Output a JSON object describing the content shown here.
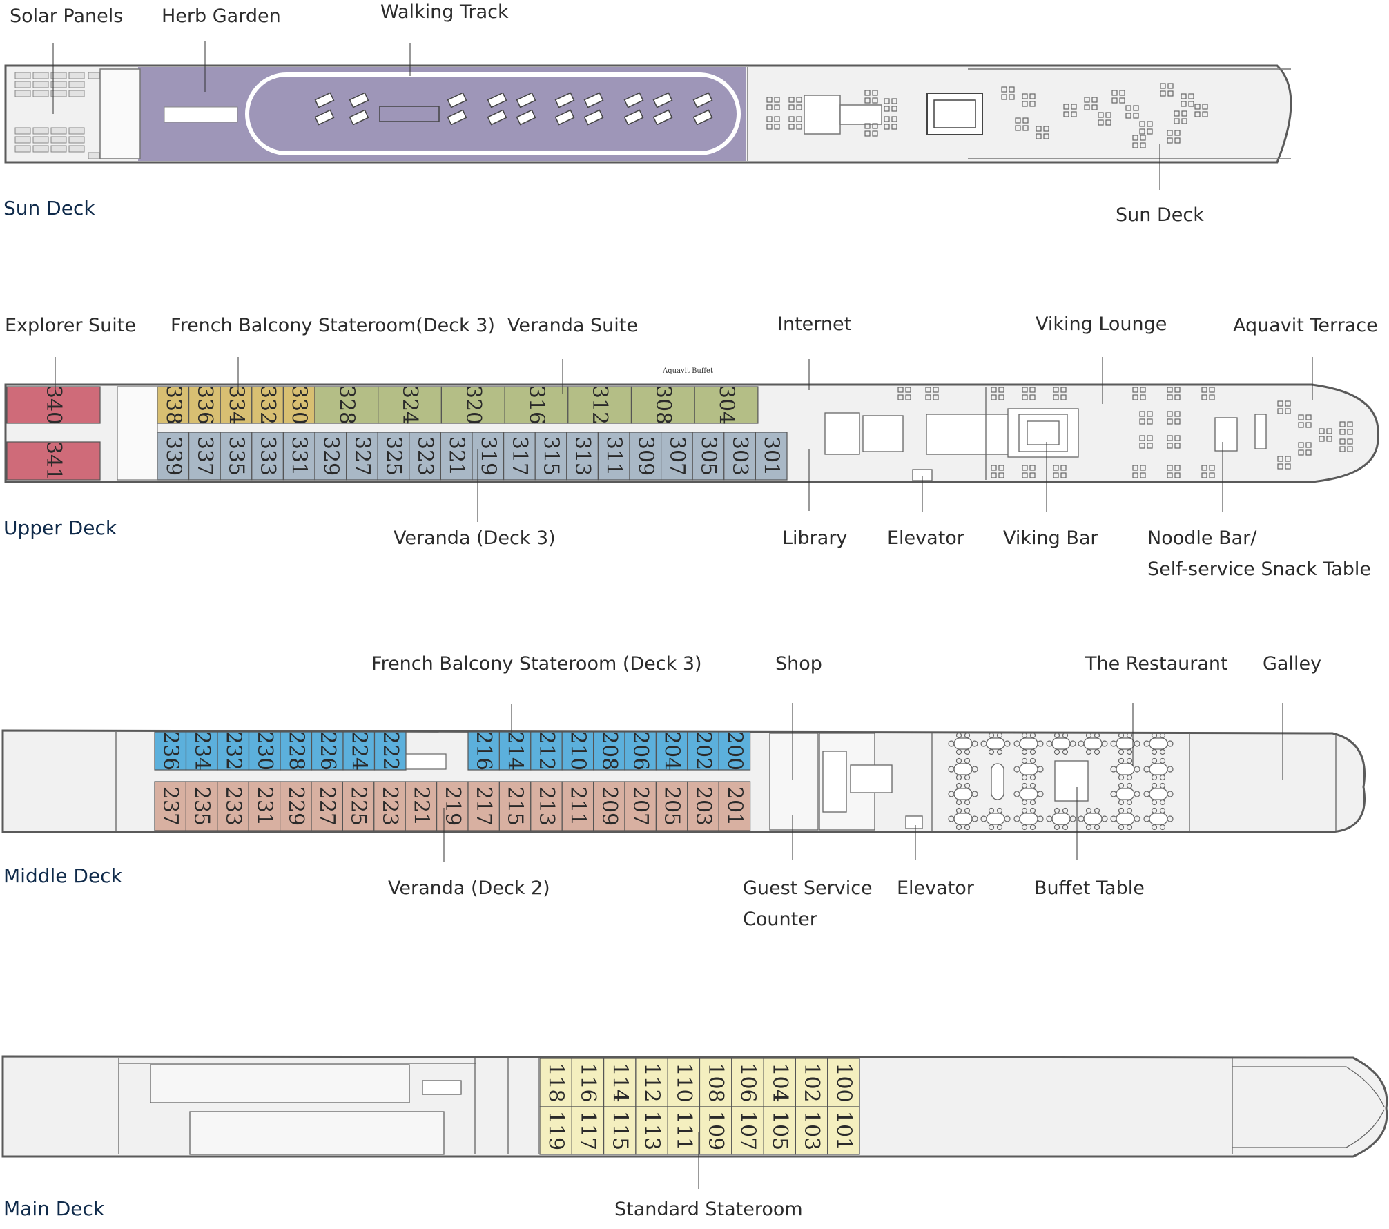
{
  "colors": {
    "hull_fill": "#f1f1f1",
    "hull_stroke": "#5a5a5a",
    "explorer_suite": "#cf6b79",
    "french_balcony_upper": "#d8bf72",
    "veranda_suite": "#b4be86",
    "veranda_upper": "#a9b8c6",
    "french_balcony_middle": "#5cb0dc",
    "veranda_middle": "#d8b0a1",
    "standard": "#f4efbf",
    "sun_deck_panel": "#9e96b8"
  },
  "decks": {
    "sun": {
      "title": "Sun Deck",
      "labels": {
        "solar_panels": "Solar Panels",
        "herb_garden": "Herb Garden",
        "walking_track": "Walking Track",
        "sun_deck": "Sun Deck"
      }
    },
    "upper": {
      "title": "Upper Deck",
      "labels": {
        "explorer_suite": "Explorer Suite",
        "french_balcony": "French Balcony Stateroom(Deck 3)",
        "veranda_suite": "Veranda Suite",
        "internet": "Internet",
        "viking_lounge": "Viking Lounge",
        "aquavit_terrace": "Aquavit Terrace",
        "veranda": "Veranda (Deck 3)",
        "library": "Library",
        "elevator": "Elevator",
        "viking_bar": "Viking Bar",
        "noodle_bar_1": "Noodle  Bar/",
        "noodle_bar_2": "Self-service Snack Table",
        "aquavit_buffet": "Aquavit Buffet"
      },
      "explorer_cabins": [
        "340",
        "341"
      ],
      "top_small": [
        "338",
        "336",
        "334",
        "332",
        "330"
      ],
      "top_suites": [
        "328",
        "324",
        "320",
        "316",
        "312",
        "308",
        "304"
      ],
      "bottom": [
        "339",
        "337",
        "335",
        "333",
        "331",
        "329",
        "327",
        "325",
        "323",
        "321",
        "319",
        "317",
        "315",
        "313",
        "311",
        "309",
        "307",
        "305",
        "303",
        "301"
      ]
    },
    "middle": {
      "title": "Middle Deck",
      "labels": {
        "french_balcony": "French Balcony Stateroom (Deck 3)",
        "shop": "Shop",
        "restaurant": "The Restaurant",
        "galley": "Galley",
        "veranda": "Veranda (Deck 2)",
        "guest_service_1": "Guest Service",
        "guest_service_2": "Counter",
        "elevator": "Elevator",
        "buffet": "Buffet  Table"
      },
      "top_left": [
        "236",
        "234",
        "232",
        "230",
        "228",
        "226",
        "224",
        "222"
      ],
      "top_right": [
        "216",
        "214",
        "212",
        "210",
        "208",
        "206",
        "204",
        "202",
        "200"
      ],
      "bottom": [
        "237",
        "235",
        "233",
        "231",
        "229",
        "227",
        "225",
        "223",
        "221",
        "219",
        "217",
        "215",
        "213",
        "211",
        "209",
        "207",
        "205",
        "203",
        "201"
      ]
    },
    "main": {
      "title": "Main Deck",
      "labels": {
        "standard": "Standard Stateroom"
      },
      "top": [
        "118",
        "116",
        "114",
        "112",
        "110",
        "108",
        "106",
        "104",
        "102",
        "100"
      ],
      "bottom": [
        "119",
        "117",
        "115",
        "113",
        "111",
        "109",
        "107",
        "105",
        "103",
        "101"
      ]
    }
  }
}
